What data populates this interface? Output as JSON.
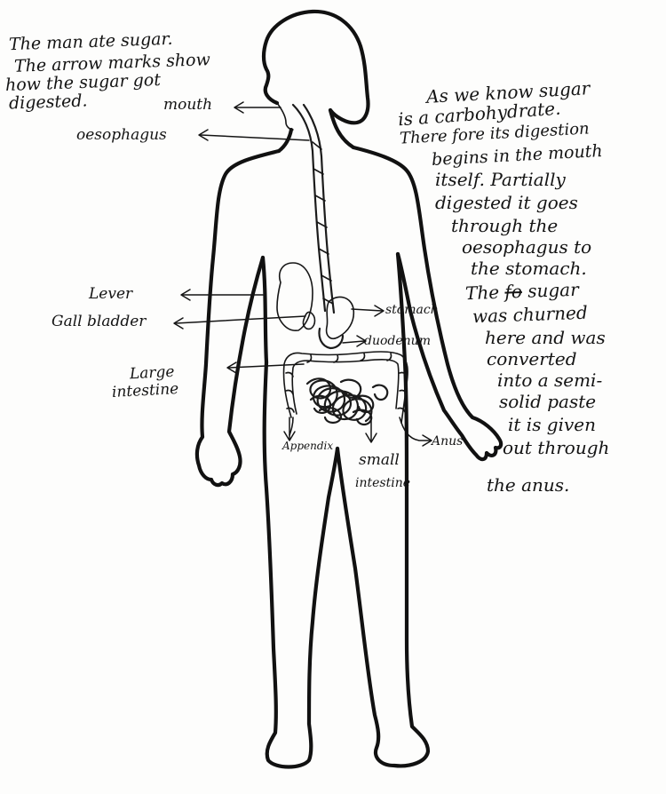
{
  "intro_note": {
    "lines": [
      "The man ate sugar.",
      "The arrow marks show",
      "how the sugar got",
      "digested."
    ]
  },
  "explanation_note": {
    "lines": [
      "As we know sugar",
      "is a carbohydrate.",
      "There fore its digestion",
      "begins in the mouth",
      "itself. Partially",
      "digested it goes",
      "through the",
      "oesophagus to",
      "the stomach."
    ],
    "line_10_prefix": "The",
    "line_10_struck": "fo",
    "line_10_suffix": "sugar",
    "lines_after": [
      "was churned",
      "here and was",
      "converted",
      "into a semi-",
      "solid paste",
      "it is given",
      "out through",
      "the anus."
    ]
  },
  "labels": {
    "mouth": "mouth",
    "oesophagus": "oesophagus",
    "liver": "Lever",
    "gall_bladder": "Gall bladder",
    "stomach": "stomach",
    "duodenum": "duodenum",
    "large_intestine_line1": "Large",
    "large_intestine_line2": "intestine",
    "appendix": "Appendix",
    "anus": "Anus",
    "small_intestine_line1": "small",
    "small_intestine_line2": "intestine"
  }
}
